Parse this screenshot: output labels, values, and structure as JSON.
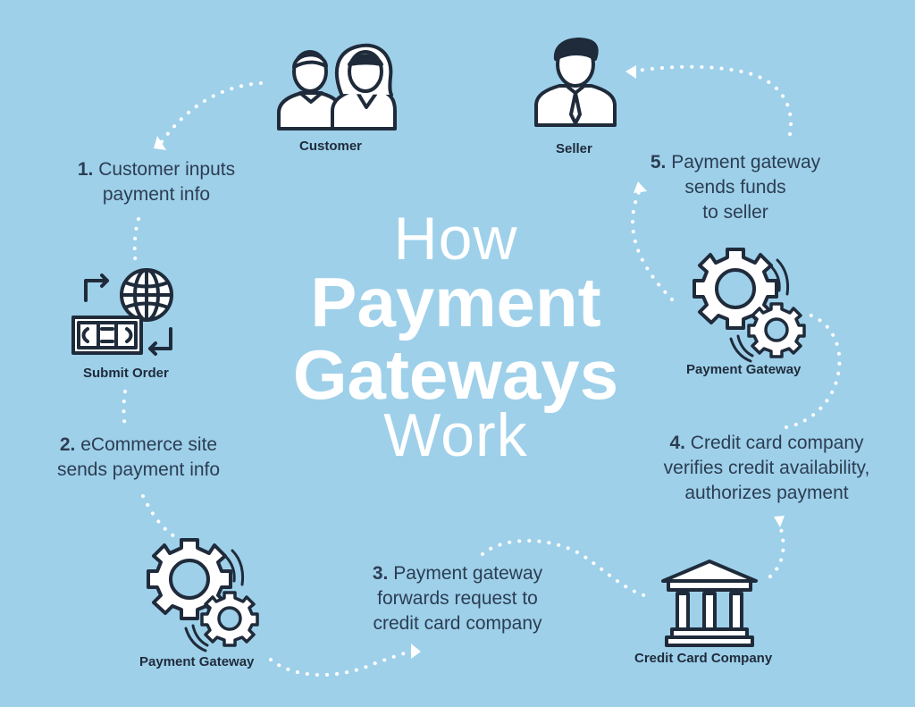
{
  "title": {
    "line1": "How",
    "line2": "Payment",
    "line3": "Gateways",
    "line4": "Work"
  },
  "nodes": {
    "customer": "Customer",
    "seller": "Seller",
    "submit_order": "Submit Order",
    "gateway_left": "Payment Gateway",
    "gateway_right": "Payment Gateway",
    "credit_card_company": "Credit Card Company"
  },
  "steps": [
    {
      "num": "1.",
      "line1": "Customer inputs",
      "line2": "payment info"
    },
    {
      "num": "2.",
      "line1": "eCommerce site",
      "line2": "sends payment info"
    },
    {
      "num": "3.",
      "line1": "Payment gateway",
      "line2": "forwards request to",
      "line3": "credit card company"
    },
    {
      "num": "4.",
      "line1": "Credit card company",
      "line2": "verifies credit availability,",
      "line3": "authorizes payment"
    },
    {
      "num": "5.",
      "line1": "Payment gateway",
      "line2": "sends funds",
      "line3": "to seller"
    }
  ],
  "colors": {
    "background": "#9ed0ea",
    "icon_stroke": "#1f2b3a",
    "dots": "#ffffff",
    "title": "#ffffff"
  },
  "icons": [
    "people-icon",
    "seller-icon",
    "globe-money-icon",
    "gears-icon",
    "bank-icon"
  ]
}
